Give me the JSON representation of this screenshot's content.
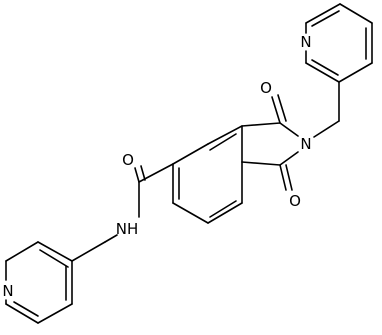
{
  "diagram": {
    "type": "chemical-structure",
    "atom_labels": {
      "n_top_pyridine": "N",
      "o_upper": "O",
      "n_imide": "N",
      "o_lower": "O",
      "o_amide": "O",
      "nh_amide": "NH",
      "n_bottom_pyridine": "N"
    }
  }
}
